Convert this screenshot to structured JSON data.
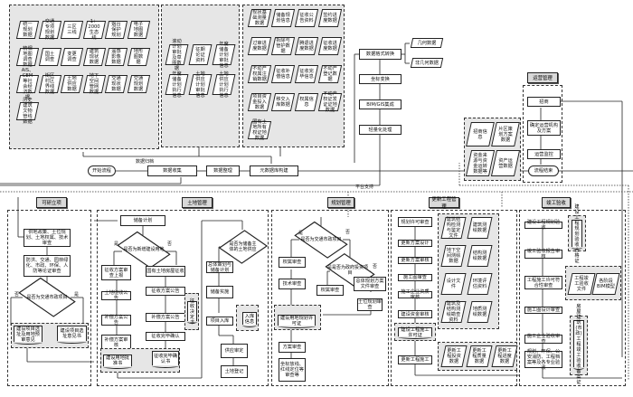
{
  "top_groups": {
    "group1": [
      "统一规划数据",
      "交通专项规划数据",
      "三区三线",
      "1：2000生态线",
      "烟台保护规划",
      "电子地图数据",
      "精细地图调查数据",
      "国土调查",
      "变更调查",
      "建筑现状数据",
      "遥感影像数据",
      "地形图数据",
      "AIS、CEM等社会经济数据",
      "街区村区界线数据",
      "土地供应数据",
      "地下空间管网数据",
      "交通现状数据",
      "交通规划数据",
      "历史建筑文物管线数据"
    ],
    "group2": [
      "滚动计划审批及草图数据",
      "征期论证资料",
      "年度储备计划审批信息",
      "年度储备计划执行信息",
      "土地供应计划审批信息",
      "土地供应计划执行信息"
    ],
    "group3": [
      "现状基础测量数据",
      "储备规划信息",
      "征收公告资料",
      "签约进度数据",
      "过审进度数据",
      "拆除与管护数据",
      "腾退进度数据",
      "征收进度数据",
      "不动产权属注销数据",
      "征收补偿信息",
      "征收完毕信息",
      "不动产登记数据",
      "项目资金投入数据",
      "移交入库数据",
      "权属信息",
      "不动产权证发证证地数据",
      "国有土地所有权证地数据"
    ]
  },
  "pipeline": {
    "format_convert": "数据格式转换",
    "geometry": "几何数据",
    "non_geometry": "非几何数据",
    "coord_transform": "坐标变换",
    "bim_gis": "BIM/GIS集成",
    "lightweight": "轻量化处理",
    "archive_label": "数据归档",
    "start": "开始流程",
    "collect": "数据收集",
    "organize": "数据整理",
    "metadata": "元数据库构建",
    "platform_label": "平台支持"
  },
  "operations": {
    "title": "运营管理",
    "steps": [
      "招商",
      "确定运营机构及方案",
      "运营监控",
      "流程结束"
    ],
    "data": [
      "招商信息",
      "片区策划方案数据",
      "资金来源与资金运转数据等",
      "资产运营数据"
    ]
  },
  "feasibility": {
    "title": "可研立项",
    "step1": "供地政策、土位规划、土地权属、技术审查",
    "step2": "防洪、交通、园林绿化、市政、环保、人防等论证审查",
    "decision": "是否为交通市政项目",
    "no": "否",
    "yes": "是",
    "doc_left": "建设项目选址及用地预审意见",
    "doc_right": "建设项目选址意见书"
  },
  "land": {
    "title": "土地管理",
    "reserve_plan": "储备计划",
    "decision1": "是否为新增建设用地",
    "yes": "是",
    "no": "否",
    "left_steps": [
      "征收方案审查上报",
      "土地征收公告",
      "补偿方案公告",
      "补偿方案审核"
    ],
    "right_steps": [
      "国有土地房屋征收",
      "征收方案公告",
      "补偿方案公告",
      "征收完毕确认"
    ],
    "doc_left": "建设用地批准书",
    "doc_right": "征收完毕确认书",
    "doc_side": "征收决定书",
    "decision2": "是否为储备主体的土地供应",
    "r_steps": [
      "总体策划与储备计划",
      "储备实施",
      "项目入库",
      "供应审定",
      "土地登记"
    ],
    "doc_storage": "入库信息"
  },
  "planning": {
    "title": "规划管理",
    "decision1": "是否为交通市政项目",
    "decision2": "是否为政府投资项目",
    "yes": "是",
    "no": "否",
    "steps": [
      "权属审查",
      "技术审查",
      "权属审查",
      "总体规划方案文件审查",
      "土位规划审查"
    ],
    "doc": "建设用地规划许可证",
    "after": [
      "方案审查",
      "坐标放线、红线定位等审查等"
    ]
  },
  "construction": {
    "title": "更新工程管理",
    "steps": [
      "规划许可审查",
      "更新方案设计",
      "更新方案审核",
      "施工图审查",
      "施工企业资质审核",
      "建设资金审核"
    ],
    "doc": "建设工程施工许可证",
    "final": "更新工程施工",
    "data1": [
      "建筑结构检测与鉴定文件",
      "建筑测绘数据",
      "地下空间测绘数据",
      "结构测绘数据",
      "设计文件",
      "环境评估资料",
      "建筑及结构测绘勘查资料",
      "地质测绘数据"
    ],
    "data2": [
      "更新工程投资数据",
      "更新工程质量数据",
      "更新工程进度数据"
    ]
  },
  "acceptance": {
    "title": "竣工验收",
    "steps": [
      "建设工程规划验收",
      "竣工验收报告审核",
      "工程施工许可符合性审查",
      "施工图设计审查",
      "施工企业验收审查",
      "规划、环保、公安消防、工程档案等及各专业验收"
    ],
    "doc1": "建设工程规划验收合格证",
    "data": [
      "工程竣工验收文件",
      "各阶段BIM模型"
    ],
    "doc2": "房屋建筑(市政)工程竣工验收备案证"
  }
}
